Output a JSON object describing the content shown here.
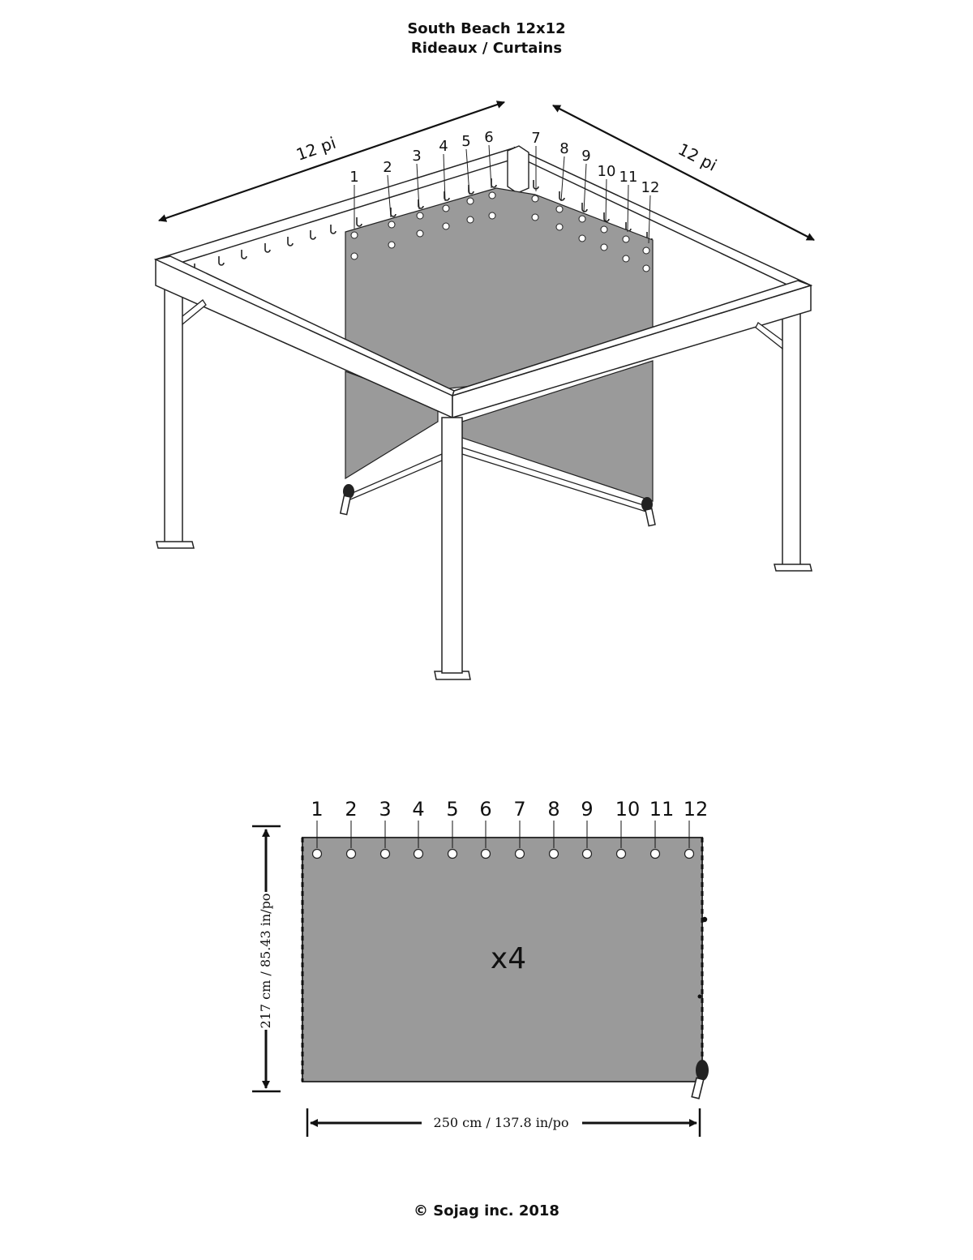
{
  "title": {
    "line1": "South Beach 12x12",
    "line2": "Rideaux / Curtains"
  },
  "gazebo_view": {
    "dimension_left": "12 pi",
    "dimension_right": "12 pi",
    "ring_labels": [
      "1",
      "2",
      "3",
      "4",
      "5",
      "6",
      "7",
      "8",
      "9",
      "10",
      "11",
      "12"
    ]
  },
  "panel_view": {
    "grommet_labels": [
      "1",
      "2",
      "3",
      "4",
      "5",
      "6",
      "7",
      "8",
      "9",
      "10",
      "11",
      "12"
    ],
    "quantity": "x4",
    "height_label": "217 cm / 85.43 in/po",
    "width_label": "250 cm / 137.8 in/po",
    "curtain_color": "#9a9a9a"
  },
  "footer": "© Sojag inc. 2018"
}
